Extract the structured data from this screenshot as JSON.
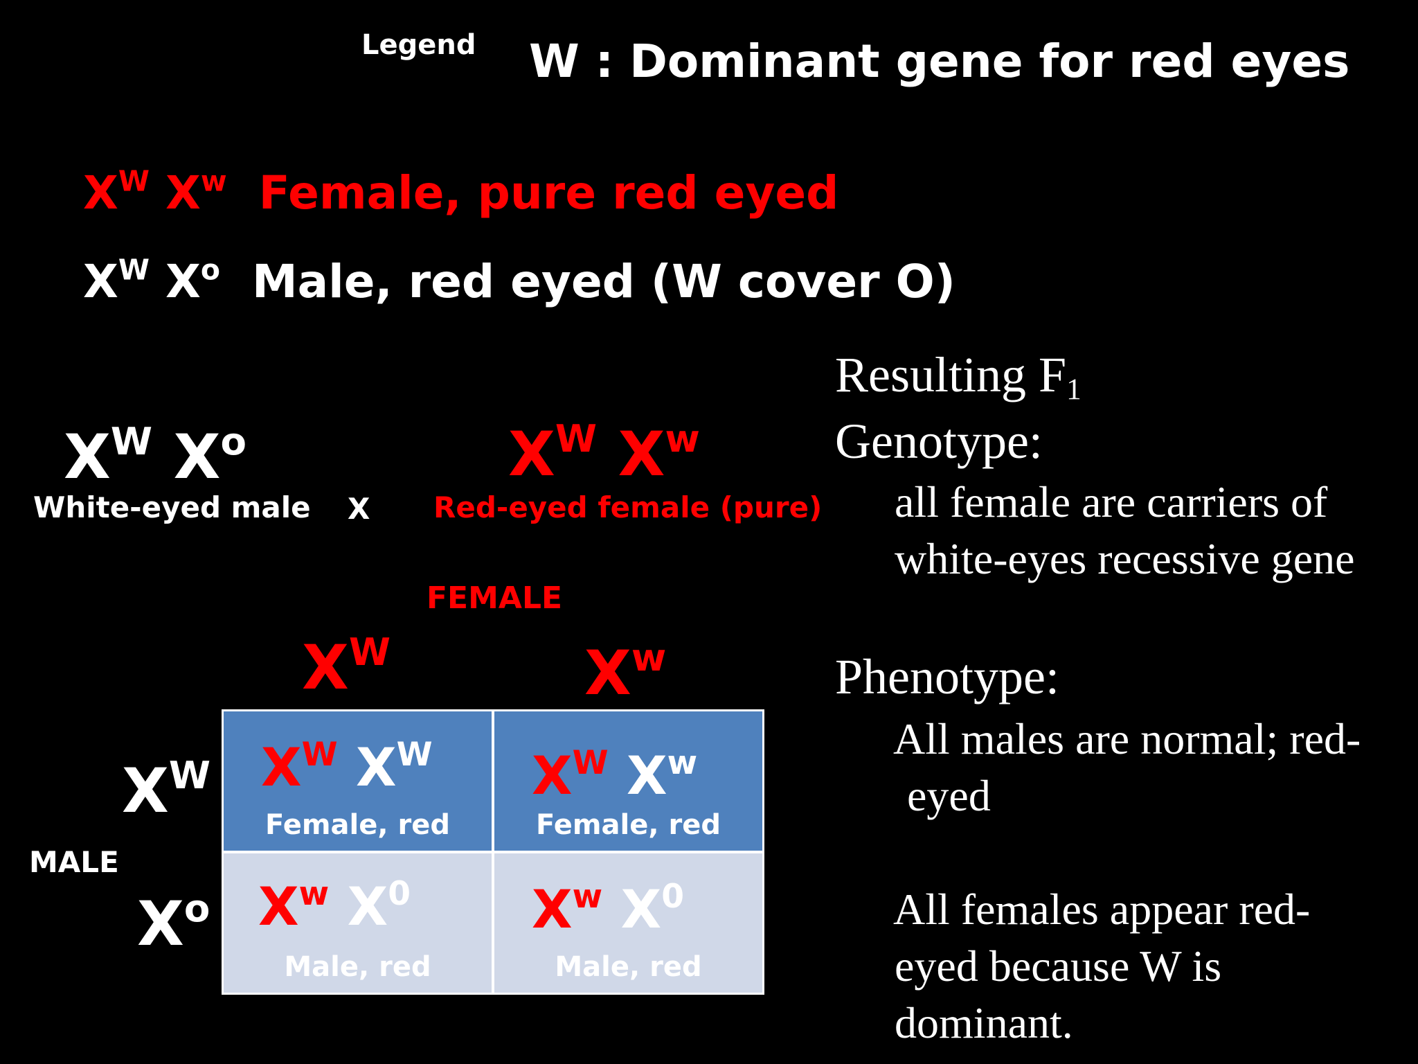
{
  "legend": {
    "label": "Legend",
    "definition": "W : Dominant gene for red eyes"
  },
  "genotypes": [
    {
      "a": "X",
      "a_sup": "W",
      "b": "X",
      "b_sup": "w",
      "desc": "Female, pure red eyed"
    },
    {
      "a": "X",
      "a_sup": "W",
      "b": "X",
      "b_sup": "o",
      "desc": "Male, red eyed (W cover O)"
    }
  ],
  "cross": {
    "male": {
      "a": "X",
      "a_sup": "W",
      "b": "X",
      "b_sup": "o",
      "label": "White-eyed male"
    },
    "symbol": "X",
    "female": {
      "a": "X",
      "a_sup": "W",
      "b": "X",
      "b_sup": "w",
      "label": "Red-eyed female (pure)"
    }
  },
  "punnett": {
    "female_label": "FEMALE",
    "male_label": "MALE",
    "col_headers": [
      {
        "x": "X",
        "sup": "W"
      },
      {
        "x": "X",
        "sup": "w"
      }
    ],
    "row_headers": [
      {
        "x": "X",
        "sup": "W"
      },
      {
        "x": "X",
        "sup": "o"
      }
    ],
    "cells": [
      {
        "a": "X",
        "a_sup": "W",
        "b": "X",
        "b_sup": "W",
        "label": "Female, red"
      },
      {
        "a": "X",
        "a_sup": "W",
        "b": "X",
        "b_sup": "w",
        "label": "Female, red"
      },
      {
        "a": "X",
        "a_sup": "w",
        "b": "X",
        "b_sup": "0",
        "label": "Male, red"
      },
      {
        "a": "X",
        "a_sup": "w",
        "b": "X",
        "b_sup": "0",
        "label": "Male, red"
      }
    ]
  },
  "results": {
    "title": "Resulting F",
    "title_sub": "1",
    "genotype_heading": "Genotype:",
    "genotype_line1": "all female are carriers of",
    "genotype_line2": "white-eyes recessive gene",
    "phenotype_heading": "Phenotype:",
    "phenotype_males_line1": "All males are normal; red-",
    "phenotype_males_line2": "eyed",
    "phenotype_females_line1": "All females appear red-",
    "phenotype_females_line2": "eyed because W is",
    "phenotype_females_line3": "dominant."
  },
  "colors": {
    "red": "#ff0000",
    "cell_dark": "#4f81bd",
    "cell_light": "#d0d8e8"
  }
}
